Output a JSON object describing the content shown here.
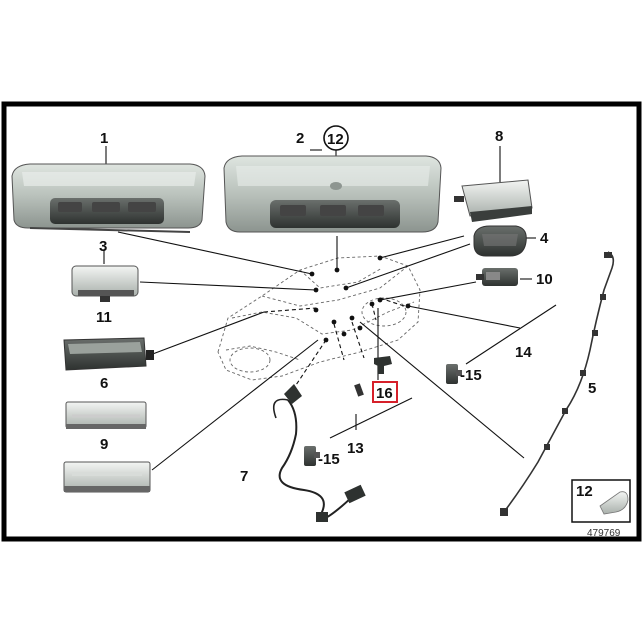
{
  "diagram": {
    "reference_number": "479769",
    "callouts": [
      {
        "id": "c1",
        "label": "1"
      },
      {
        "id": "c2",
        "label": "2"
      },
      {
        "id": "c12",
        "label": "12"
      },
      {
        "id": "c8",
        "label": "8"
      },
      {
        "id": "c3",
        "label": "3"
      },
      {
        "id": "c4",
        "label": "4"
      },
      {
        "id": "c10",
        "label": "10"
      },
      {
        "id": "c11",
        "label": "11"
      },
      {
        "id": "c14",
        "label": "14"
      },
      {
        "id": "c15a",
        "label": "-15"
      },
      {
        "id": "c5",
        "label": "5"
      },
      {
        "id": "c6",
        "label": "6"
      },
      {
        "id": "c16",
        "label": "16"
      },
      {
        "id": "c9",
        "label": "9"
      },
      {
        "id": "c13",
        "label": "13"
      },
      {
        "id": "c7",
        "label": "7"
      },
      {
        "id": "c15b",
        "label": "-15"
      },
      {
        "id": "c12b",
        "label": "12"
      }
    ],
    "colors": {
      "frame": "#000000",
      "part_body": "#b9c1bb",
      "part_shadow": "#6f7772",
      "highlight": "#d6202a",
      "line": "#111111"
    },
    "icons": [
      "overhead-console-icon",
      "rear-reading-light-icon",
      "vanity-mirror-light-icon",
      "footwell-light-icon",
      "boot-light-icon",
      "glovebox-light-icon",
      "door-light-icon",
      "ambient-light-strip-icon",
      "wire-harness-icon",
      "led-module-icon",
      "bulb-icon",
      "car-outline-icon"
    ]
  }
}
